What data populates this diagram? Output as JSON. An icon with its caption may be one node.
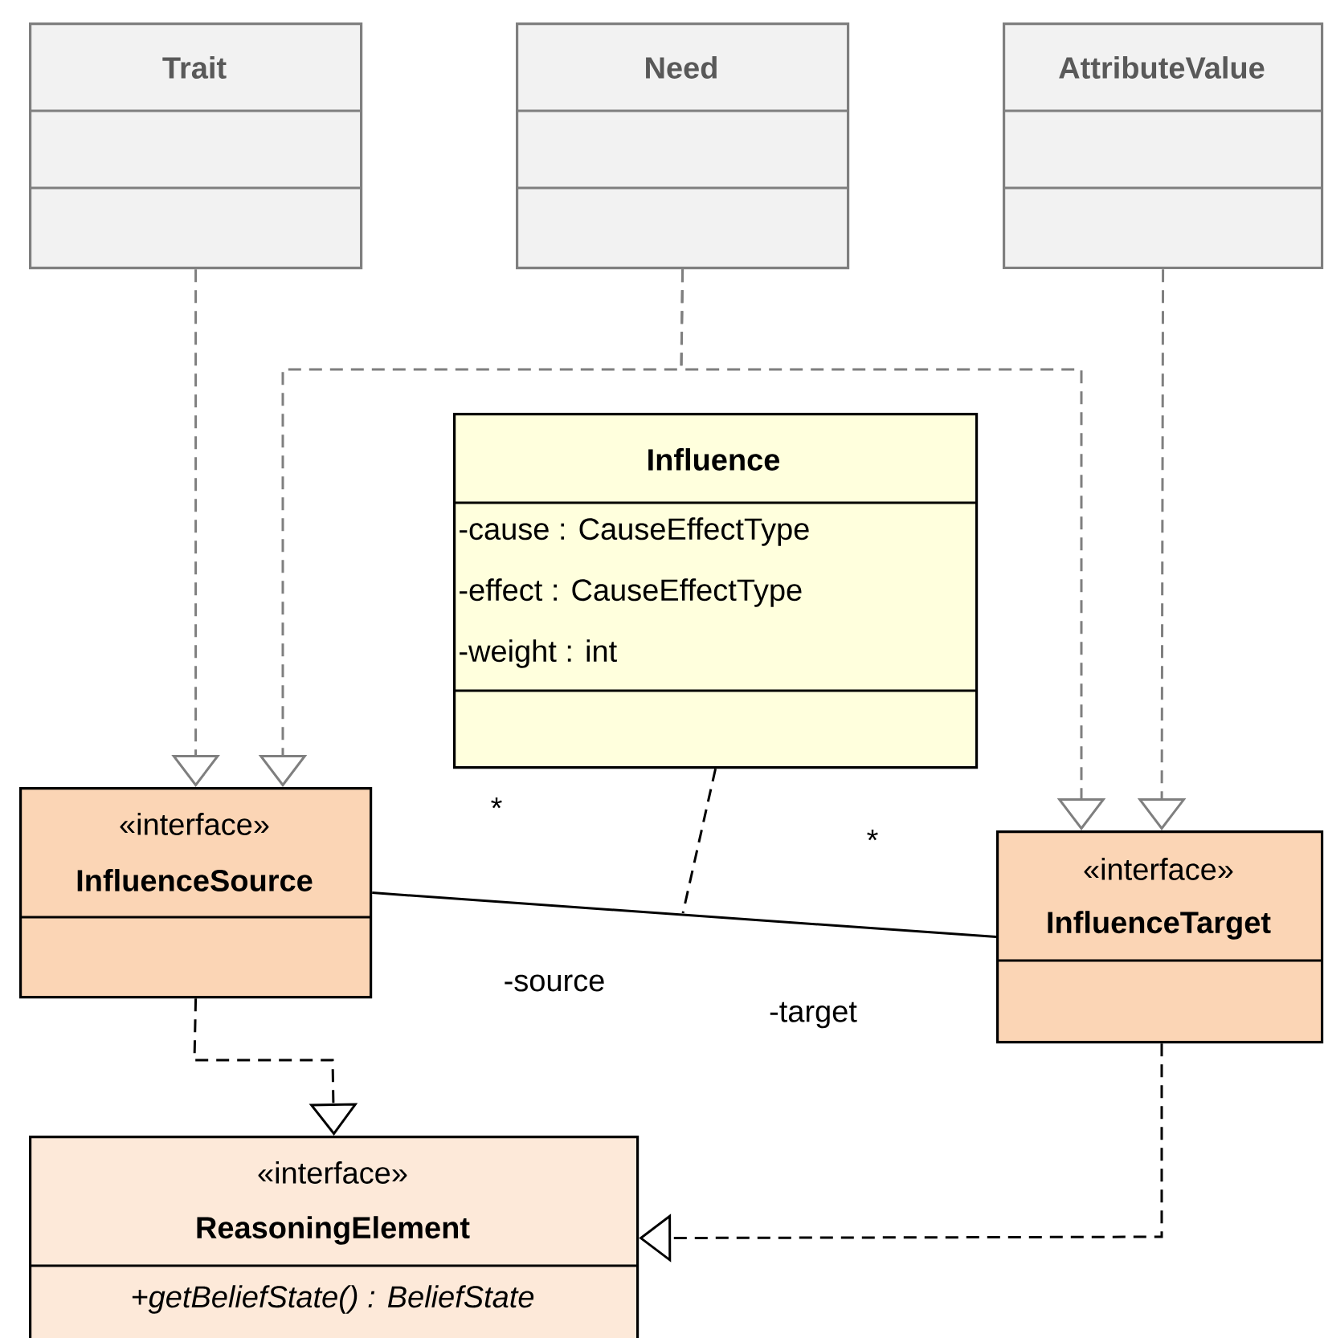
{
  "diagram": {
    "nodes": [
      {
        "text": [
          "Trait"
        ]
      },
      {
        "text": [
          "Need"
        ]
      },
      {
        "text": [
          "AttributeValue"
        ]
      },
      {
        "text": [
          "Influence",
          "-cause : CauseEffectType",
          "-effect : CauseEffectType",
          "-weight : int"
        ]
      },
      {
        "text": [
          "«interface»",
          "InfluenceSource"
        ]
      },
      {
        "text": [
          "«interface»",
          "InfluenceTarget"
        ]
      },
      {
        "text": [
          "«interface»",
          "ReasoningElement",
          "+getBeliefState() : BeliefState"
        ]
      }
    ],
    "edges": [
      {
        "from": 0,
        "to": 4,
        "arrow": "to",
        "style": "dashed",
        "color": "#7f7f7f"
      },
      {
        "from": 1,
        "to": 4,
        "arrow": "to",
        "style": "dashed",
        "color": "#7f7f7f"
      },
      {
        "from": 1,
        "to": 5,
        "arrow": "to",
        "style": "dashed",
        "color": "#7f7f7f"
      },
      {
        "from": 2,
        "to": 5,
        "arrow": "to",
        "style": "dashed",
        "color": "#7f7f7f"
      },
      {
        "from": 4,
        "to": 5,
        "arrow": "none",
        "color": "#000000"
      },
      {
        "from": 3,
        "to": null,
        "arrow": "none",
        "style": "dashed",
        "color": "#000000"
      },
      {
        "from": 4,
        "to": 6,
        "arrow": "to",
        "style": "dashed",
        "color": "#000000"
      },
      {
        "from": 5,
        "to": 6,
        "arrow": "to",
        "style": "dashed",
        "color": "#000000"
      }
    ],
    "labels": [
      "*",
      "*",
      "-source",
      "-target"
    ]
  }
}
